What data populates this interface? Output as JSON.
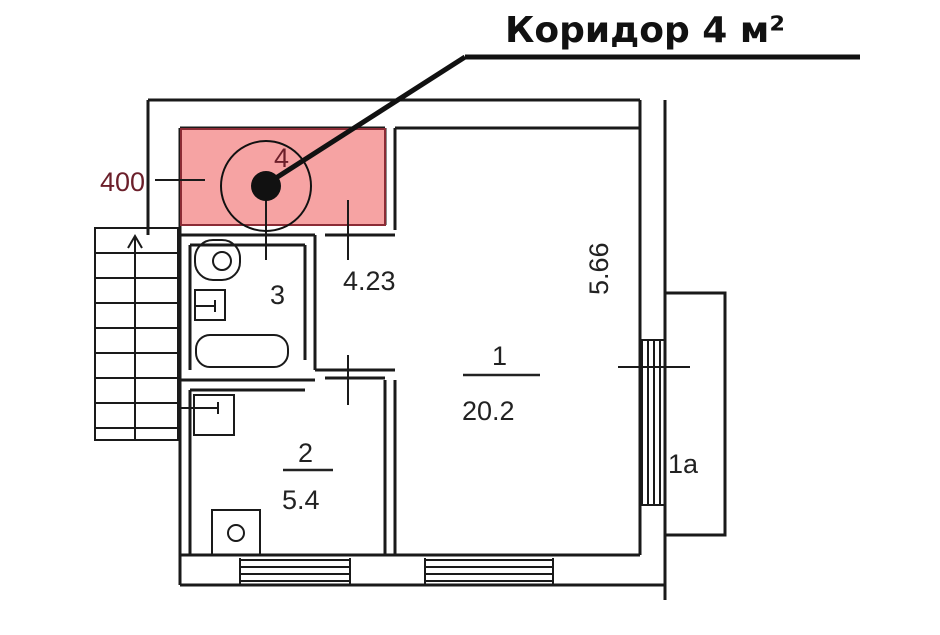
{
  "title": "Коридор 4 м²",
  "colors": {
    "highlight": "#f6a3a3",
    "dimension_text": "#6b1f2a",
    "lines": "#1a1a1a"
  },
  "rooms": [
    {
      "number": "1",
      "area": "20.2"
    },
    {
      "number": "2",
      "area": "5.4"
    },
    {
      "number": "3"
    },
    {
      "number": "4"
    },
    {
      "number": "1a"
    }
  ],
  "dimensions": {
    "corridor_width": "400",
    "corridor_length": "4.23",
    "room_length": "5.66"
  }
}
